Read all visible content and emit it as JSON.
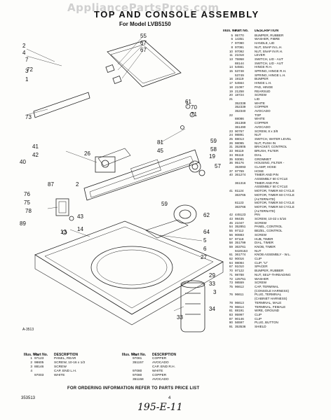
{
  "watermark": "AppliancePartsPros.com",
  "title": "TOP AND CONSOLE ASSEMBLY",
  "model_line": "For Model LVB5150",
  "figure_label": "A-3513",
  "callouts": [
    "2",
    "4",
    "7",
    "3",
    "1",
    "55",
    "67",
    "67",
    "72",
    "40",
    "41",
    "42",
    "26",
    "76",
    "75",
    "78",
    "87",
    "89",
    "2",
    "73",
    "43",
    "14",
    "59",
    "61",
    "70",
    "71",
    "81",
    "45",
    "19",
    "57",
    "58",
    "59",
    "62",
    "64",
    "5",
    "6",
    "27",
    "29",
    "33",
    "3",
    "13",
    "33",
    "34"
  ],
  "right_table": {
    "headers": {
      "ill": "Illus. No.",
      "part": "Part No.",
      "desc": "DESCRIPTION"
    },
    "rows": [
      {
        "ill": "5",
        "part": "95770",
        "desc": "BUMPER, RUBBER"
      },
      {
        "ill": "6",
        "part": "14351",
        "desc": "WASHER, FIBRE"
      },
      {
        "ill": "7",
        "part": "97090",
        "desc": "HANDLE, LID"
      },
      {
        "ill": "8",
        "part": "97091",
        "desc": "NUT, SNAP IN L.H."
      },
      {
        "ill": "10",
        "part": "97092",
        "desc": "NUT, SNAP IN R.H."
      },
      {
        "ill": "11",
        "part": "21018",
        "desc": "LEVER"
      },
      {
        "ill": "13",
        "part": "75958",
        "desc": "SWITCH, LID - AUT"
      },
      {
        "ill": "",
        "part": "88144",
        "desc": "SWITCH, LID - AUT"
      },
      {
        "ill": "14",
        "part": "54561",
        "desc": "HINGE R.H."
      },
      {
        "ill": "15",
        "part": "53748",
        "desc": "SPRING, HINGE R.H."
      },
      {
        "ill": "",
        "part": "53749",
        "desc": "SPRING, HINGE L.H."
      },
      {
        "ill": "16",
        "part": "19119",
        "desc": "BUMPER"
      },
      {
        "ill": "17",
        "part": "54564",
        "desc": "HINGE L.H."
      },
      {
        "ill": "18",
        "part": "21097",
        "desc": "PAD, HINGE"
      },
      {
        "ill": "19",
        "part": "21258",
        "desc": "REARSUD"
      },
      {
        "ill": "20",
        "part": "18724",
        "desc": "SCREW"
      },
      {
        "ill": "21",
        "part": "",
        "desc": "LID"
      },
      {
        "ill": "",
        "part": "352338",
        "desc": "WHITE"
      },
      {
        "ill": "",
        "part": "352339",
        "desc": "COPPER"
      },
      {
        "ill": "",
        "part": "352340",
        "desc": "AVOCADO"
      },
      {
        "ill": "22",
        "part": "",
        "desc": "TOP"
      },
      {
        "ill": "",
        "part": "88086",
        "desc": "WHITE"
      },
      {
        "ill": "",
        "part": "351369",
        "desc": "COPPER"
      },
      {
        "ill": "",
        "part": "361490",
        "desc": "AVOCADO"
      },
      {
        "ill": "23",
        "part": "90767",
        "desc": "SCREW, 8 x 3/8"
      },
      {
        "ill": "24",
        "part": "98891",
        "desc": "NUT"
      },
      {
        "ill": "25",
        "part": "88013",
        "desc": "SWITCH, WATER LEVEL"
      },
      {
        "ill": "26",
        "part": "98095",
        "desc": "NUT, PUSH IN"
      },
      {
        "ill": "31",
        "part": "352805",
        "desc": "BRACKET, CONTROL"
      },
      {
        "ill": "33",
        "part": "96119",
        "desc": "BRUSH, FILTER"
      },
      {
        "ill": "34",
        "part": "95118",
        "desc": "DIAL"
      },
      {
        "ill": "35",
        "part": "93081",
        "desc": "GROMMET"
      },
      {
        "ill": "36",
        "part": "95176",
        "desc": "HOUSING, FILTER -"
      },
      {
        "ill": "",
        "part": "353093",
        "desc": "CLAMP, HOSE"
      },
      {
        "ill": "37",
        "part": "97769",
        "desc": "HOSE"
      },
      {
        "ill": "40",
        "part": "361274",
        "desc": "TIMER AND PIN"
      },
      {
        "ill": "",
        "part": "",
        "desc": "ASSEMBLY 60 CYCLE"
      },
      {
        "ill": "",
        "part": "361316",
        "desc": "TIMER AND PIN"
      },
      {
        "ill": "",
        "part": "",
        "desc": "ASSEMBLY 50 CYCLE"
      },
      {
        "ill": "41",
        "part": "81124",
        "desc": "MOTOR, TIMER 60 CYCLE"
      },
      {
        "ill": "",
        "part": "363765",
        "desc": "MOTOR, TIMER 60 CYCLE"
      },
      {
        "ill": "",
        "part": "",
        "desc": "(ALTERNATE)"
      },
      {
        "ill": "",
        "part": "81123",
        "desc": "MOTOR, TIMER 50 CYCLE"
      },
      {
        "ill": "",
        "part": "363766",
        "desc": "MOTOR, TIMER 50 CYCLE"
      },
      {
        "ill": "",
        "part": "",
        "desc": "(ALTERNATE)"
      },
      {
        "ill": "42",
        "part": "445123",
        "desc": "PIN"
      },
      {
        "ill": "43",
        "part": "98435",
        "desc": "SCREW, 10-32 x 5/16"
      },
      {
        "ill": "45",
        "part": "21047",
        "desc": "SCREW"
      },
      {
        "ill": "54",
        "part": "352851",
        "desc": "PANEL, CONTROL"
      },
      {
        "ill": "55",
        "part": "97112",
        "desc": "BEZEL, CONTROL"
      },
      {
        "ill": "56",
        "part": "90883",
        "desc": "SCREW"
      },
      {
        "ill": "57",
        "part": "97118",
        "desc": "HUB, TIMER"
      },
      {
        "ill": "58",
        "part": "351799",
        "desc": "DIAL, TIMER"
      },
      {
        "ill": "59",
        "part": "363761",
        "desc": "KNOB, TIMER"
      },
      {
        "ill": "",
        "part": "9420153",
        "desc": "NUT"
      },
      {
        "ill": "61",
        "part": "361774",
        "desc": "KNOB ASSEMBLY - W.L."
      },
      {
        "ill": "62",
        "part": "90016",
        "desc": "CLIP"
      },
      {
        "ill": "64",
        "part": "98084",
        "desc": "CLIP, \"U\""
      },
      {
        "ill": "67",
        "part": "91010",
        "desc": "SPACER"
      },
      {
        "ill": "70",
        "part": "97122",
        "desc": "BUMPER, RUBBER"
      },
      {
        "ill": "71",
        "part": "98788",
        "desc": "NUT, SELF-THREADING"
      },
      {
        "ill": "72",
        "part": "125751",
        "desc": "WASHER"
      },
      {
        "ill": "73",
        "part": "98559",
        "desc": "SCREW"
      },
      {
        "ill": "75",
        "part": "96612",
        "desc": "CAP, TERMINAL"
      },
      {
        "ill": "",
        "part": "",
        "desc": "(CONSOLE HARNESS)"
      },
      {
        "ill": "76",
        "part": "96611",
        "desc": "PLUG, TERMINAL"
      },
      {
        "ill": "",
        "part": "",
        "desc": "(CABINET HARNESS)"
      },
      {
        "ill": "78",
        "part": "96613",
        "desc": "TERMINAL, MALE"
      },
      {
        "ill": "79",
        "part": "96614",
        "desc": "TERMINAL, FEMALE"
      },
      {
        "ill": "81",
        "part": "88191",
        "desc": "WIRE, GROUND"
      },
      {
        "ill": "83",
        "part": "95997",
        "desc": "CLIP"
      },
      {
        "ill": "87",
        "part": "90146",
        "desc": "CLIP"
      },
      {
        "ill": "90",
        "part": "56597",
        "desc": "PLUG, BUTTON"
      },
      {
        "ill": "91",
        "part": "353536",
        "desc": "SHIELD"
      }
    ]
  },
  "bottom_table": {
    "headers": {
      "ill": "Illus. No.",
      "part": "Part No.",
      "desc": "DESCRIPTION"
    },
    "left_rows": [
      {
        "ill": "1",
        "part": "97123",
        "desc": "PANEL, REAR"
      },
      {
        "ill": "2",
        "part": "98605",
        "desc": "SCREW, 10-16 x 1/2"
      },
      {
        "ill": "3",
        "part": "88146",
        "desc": "SCREW"
      },
      {
        "ill": "4",
        "part": "",
        "desc": "CAP, END L.H."
      },
      {
        "ill": "",
        "part": "97003",
        "desc": "WHITE"
      }
    ],
    "right_rows": [
      {
        "ill": "",
        "part": "97081",
        "desc": "COPPER"
      },
      {
        "ill": "",
        "part": "351157",
        "desc": "AVOCADO"
      },
      {
        "ill": "",
        "part": "",
        "desc": "CAP, END R.H."
      },
      {
        "ill": "",
        "part": "97080",
        "desc": "WHITE"
      },
      {
        "ill": "",
        "part": "97080",
        "desc": "COPPER"
      },
      {
        "ill": "",
        "part": "351158",
        "desc": "AVOCADO"
      }
    ]
  },
  "footer_note": "FOR ORDERING INFORMATION REFER TO PARTS PRICE LIST",
  "doc_number": "353513",
  "page_number": "4",
  "handwritten": "195-E-11"
}
